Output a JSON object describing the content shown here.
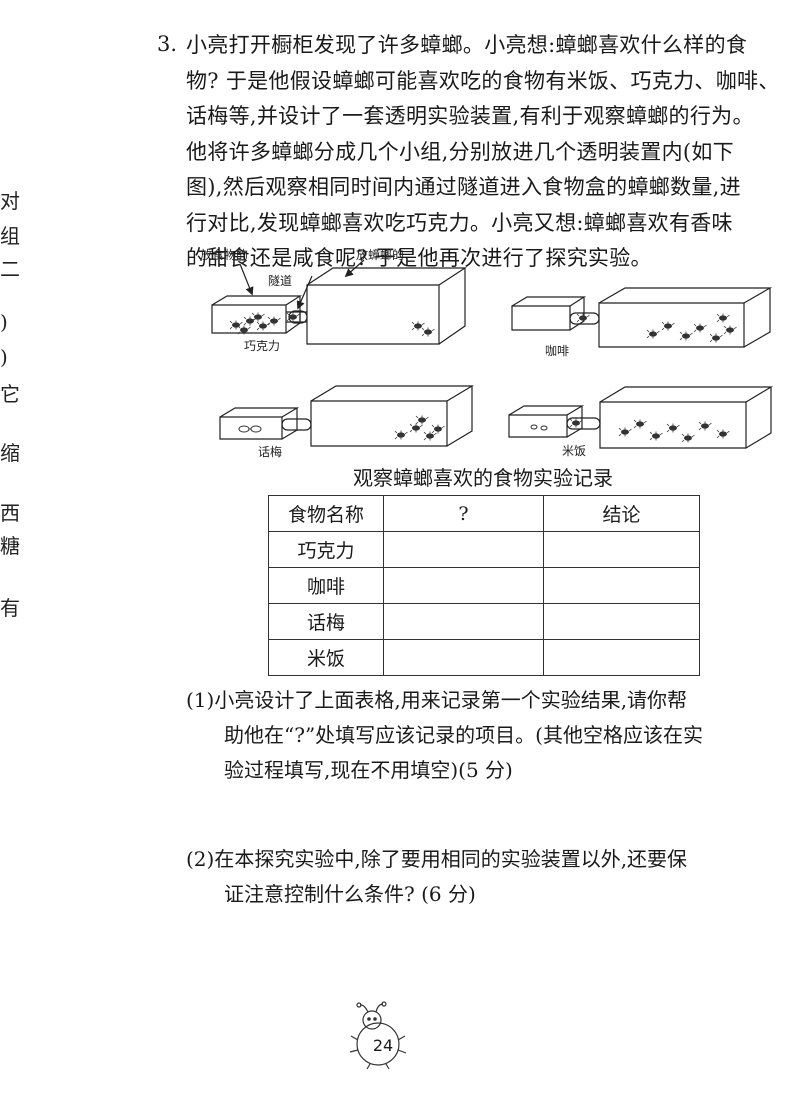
{
  "margin_fragments": [
    "对",
    "组",
    "二",
    ")",
    ")",
    "它",
    "缩",
    "西",
    "糖",
    "有"
  ],
  "question": {
    "number": "3.",
    "lines": [
      "小亮打开橱柜发现了许多蟑螂。小亮想:蟑螂喜欢什么样的食",
      "物? 于是他假设蟑螂可能喜欢吃的食物有米饭、巧克力、咖啡、",
      "话梅等,并设计了一套透明实验装置,有利于观察蟑螂的行为。",
      "他将许多蟑螂分成几个小组,分别放进几个透明装置内(如下",
      "图),然后观察相同时间内通过隧道进入食物盒的蟑螂数量,进",
      "行对比,发现蟑螂喜欢吃巧克力。小亮又想:蟑螂喜欢有香味",
      "的甜食还是咸食呢? 于是他再次进行了探究实验。"
    ]
  },
  "figure": {
    "label_food_box": "放食物的",
    "label_tunnel": "隧道",
    "label_cockroach_box": "放蟑螂的",
    "apparatus": [
      {
        "food": "巧克力"
      },
      {
        "food": "咖啡"
      },
      {
        "food": "话梅"
      },
      {
        "food": "米饭"
      }
    ]
  },
  "table": {
    "title": "观察蟑螂喜欢的食物实验记录",
    "headers": [
      "食物名称",
      "?",
      "结论"
    ],
    "rows": [
      [
        "巧克力",
        "",
        ""
      ],
      [
        "咖啡",
        "",
        ""
      ],
      [
        "话梅",
        "",
        ""
      ],
      [
        "米饭",
        "",
        ""
      ]
    ]
  },
  "sub_questions": [
    {
      "number": "(1)",
      "lines": [
        "小亮设计了上面表格,用来记录第一个实验结果,请你帮",
        "助他在“?”处填写应该记录的项目。(其他空格应该在实",
        "验过程填写,现在不用填空)(5 分)"
      ]
    },
    {
      "number": "(2)",
      "lines": [
        "在本探究实验中,除了要用相同的实验装置以外,还要保",
        "证注意控制什么条件? (6 分)"
      ]
    }
  ],
  "page_number": "24"
}
